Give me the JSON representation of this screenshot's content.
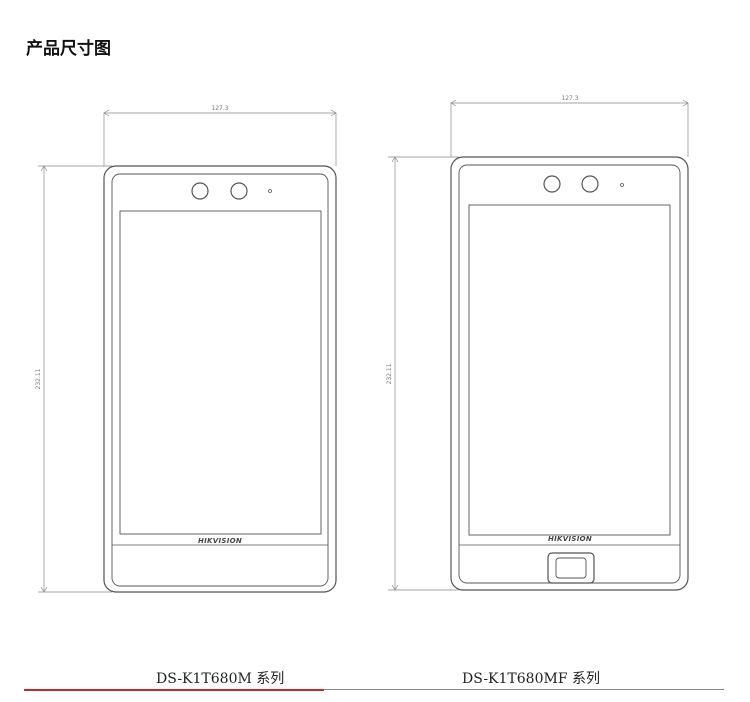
{
  "page_title": "产品尺寸图",
  "devices": [
    {
      "caption": "DS-K1T680M 系列",
      "width_label": "127.3",
      "height_label": "232.11",
      "brand": "HIKVISION",
      "has_fingerprint": false
    },
    {
      "caption": "DS-K1T680MF 系列",
      "width_label": "127.3",
      "height_label": "232.11",
      "brand": "HIKVISION",
      "has_fingerprint": true
    }
  ],
  "colors": {
    "accent_line": "#c62828",
    "outline": "#555555",
    "dimension": "#888888"
  }
}
